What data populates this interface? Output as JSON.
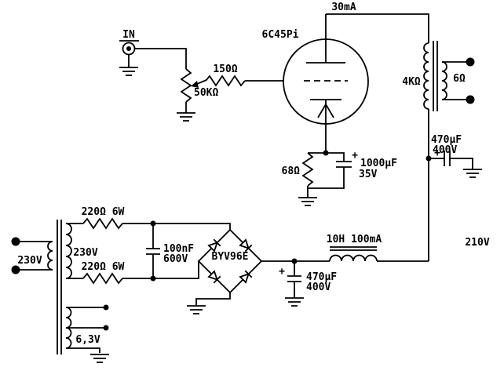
{
  "figure": {
    "kind": "circuit-schematic",
    "description": "Single-ended 6C45Pi triode amplifier with mains power supply"
  },
  "colors": {
    "wire": "#000000",
    "background": "#ffffff",
    "terminal_fill": "#000000"
  },
  "labels": {
    "in": "IN",
    "volume_pot": "50KΩ",
    "grid_stopper": "150Ω",
    "tube": "6C45Pi",
    "anode_current": "30mA",
    "opt_primary": "4KΩ",
    "opt_secondary": "6Ω",
    "psu_cap2_value": "470µF",
    "psu_cap2_voltage": "400V",
    "cathode_res": "68Ω",
    "cathode_cap_value": "1000µF",
    "cathode_cap_voltage": "35V",
    "mains": "230V",
    "ht_secondary": "230V",
    "dropper1": "220Ω 6W",
    "dropper2": "220Ω 6W",
    "ac_cap_value": "100nF",
    "ac_cap_voltage": "600V",
    "rectifier": "BYV96E",
    "psu_cap1_value": "470µF",
    "psu_cap1_voltage": "400V",
    "choke": "10H 100mA",
    "ht_voltage": "210V",
    "heater": "6,3V",
    "plus": "+"
  }
}
